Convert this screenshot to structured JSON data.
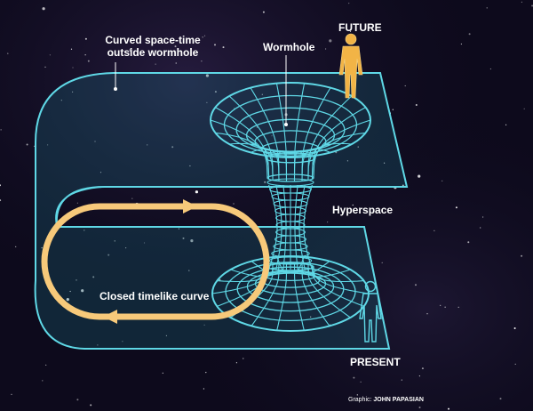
{
  "labels": {
    "future": "FUTURE",
    "curved_line1": "Curved space-time",
    "curved_line2": "outside wormhole",
    "wormhole": "Wormhole",
    "hyperspace": "Hyperspace",
    "closed_curve": "Closed timelike curve",
    "present": "PRESENT"
  },
  "credit": {
    "prefix": "Graphic: ",
    "name": "JOHN PAPASIAN"
  },
  "colors": {
    "background": "#0d0a1c",
    "grid": "#5fd8e6",
    "sheet_fill": "#1d6f80",
    "curve": "#f7c97a",
    "figure": "#f2b446",
    "text": "#ffffff"
  },
  "icons": [
    "person-future-icon",
    "person-present-icon",
    "arrow-right-icon",
    "arrow-left-icon"
  ]
}
